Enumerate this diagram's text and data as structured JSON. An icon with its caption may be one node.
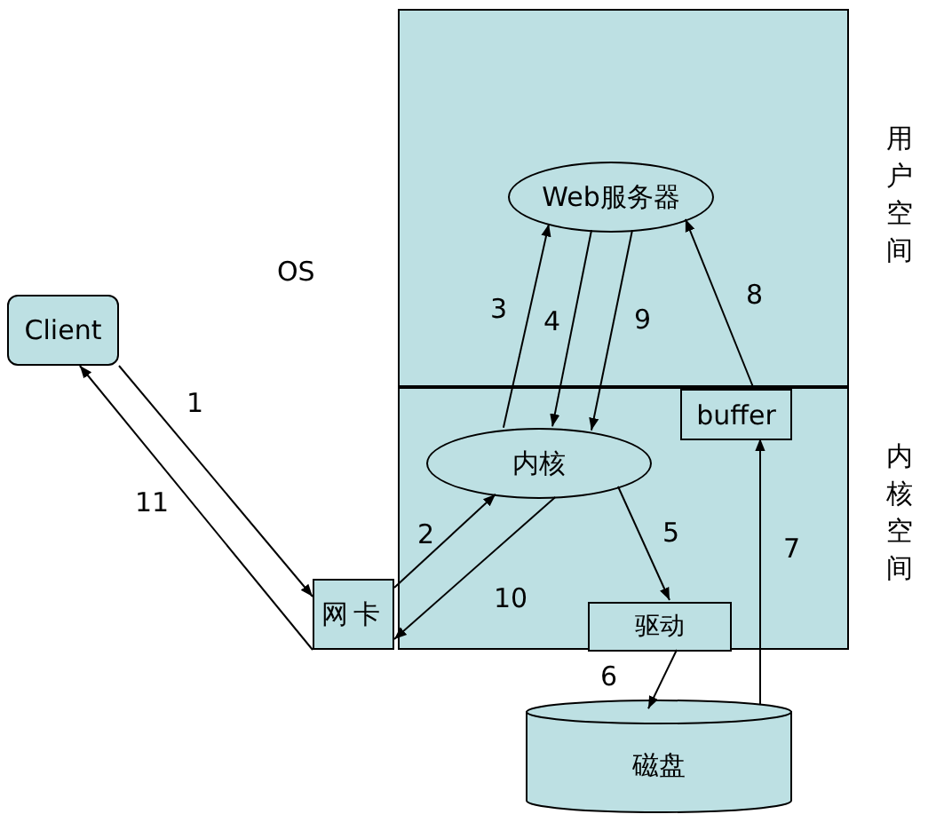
{
  "diagram": {
    "nodes": [
      {
        "text": [
          "用户空间"
        ]
      },
      {
        "text": [
          "内核空间"
        ]
      },
      {
        "text": [
          "Client"
        ]
      },
      {
        "text": [
          "Web服务器"
        ],
        "in": 0
      },
      {
        "text": [
          "内核"
        ],
        "in": 1
      },
      {
        "text": [
          "buffer"
        ],
        "in": 1
      },
      {
        "text": [
          "网卡"
        ]
      },
      {
        "text": [
          "驱动"
        ],
        "in": 1
      },
      {
        "text": [
          "磁盘"
        ]
      }
    ],
    "edges": [
      {
        "from": 2,
        "to": 6,
        "arrow": "to",
        "label": "1"
      },
      {
        "from": 6,
        "to": 4,
        "arrow": "to",
        "label": "2"
      },
      {
        "from": 4,
        "to": 3,
        "arrow": "to",
        "label": "3"
      },
      {
        "from": 3,
        "to": 4,
        "arrow": "to",
        "label": "4"
      },
      {
        "from": 4,
        "to": 7,
        "arrow": "to",
        "label": "5"
      },
      {
        "from": 7,
        "to": 8,
        "arrow": "to",
        "label": "6"
      },
      {
        "from": 8,
        "to": 5,
        "arrow": "to",
        "label": "7"
      },
      {
        "from": 5,
        "to": 3,
        "arrow": "to",
        "label": "8"
      },
      {
        "from": 3,
        "to": 4,
        "arrow": "to",
        "label": "9"
      },
      {
        "from": 4,
        "to": 6,
        "arrow": "to",
        "label": "10"
      },
      {
        "from": 6,
        "to": 2,
        "arrow": "to",
        "label": "11"
      }
    ],
    "labels": [
      "OS"
    ]
  }
}
